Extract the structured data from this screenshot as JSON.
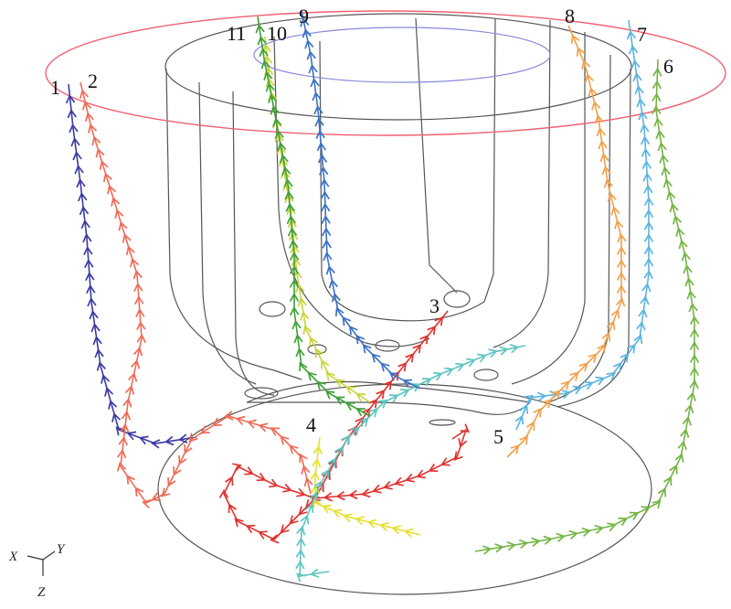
{
  "streamlines": [
    {
      "id": "1",
      "label": "1",
      "color": "#3b3ba6"
    },
    {
      "id": "2",
      "label": "2",
      "color": "#f06a55"
    },
    {
      "id": "3",
      "label": "3",
      "color": "#e0302e"
    },
    {
      "id": "4",
      "label": "4",
      "color": "#e6e030"
    },
    {
      "id": "5",
      "label": "5",
      "color": "#5cc4c0"
    },
    {
      "id": "6",
      "label": "6",
      "color": "#74b444"
    },
    {
      "id": "7",
      "label": "7",
      "color": "#5ab4e0"
    },
    {
      "id": "8",
      "label": "8",
      "color": "#f2a04a"
    },
    {
      "id": "9",
      "label": "9",
      "color": "#3a72c4"
    },
    {
      "id": "10",
      "label": "10",
      "color": "#c8d438"
    },
    {
      "id": "11",
      "label": "11",
      "color": "#3ea034"
    }
  ],
  "axes": {
    "x": "X",
    "y": "Y",
    "z": "Z"
  },
  "colors": {
    "outer_ring": "#f06070",
    "inner_ring": "#8888dd",
    "vessel": "#555555"
  }
}
